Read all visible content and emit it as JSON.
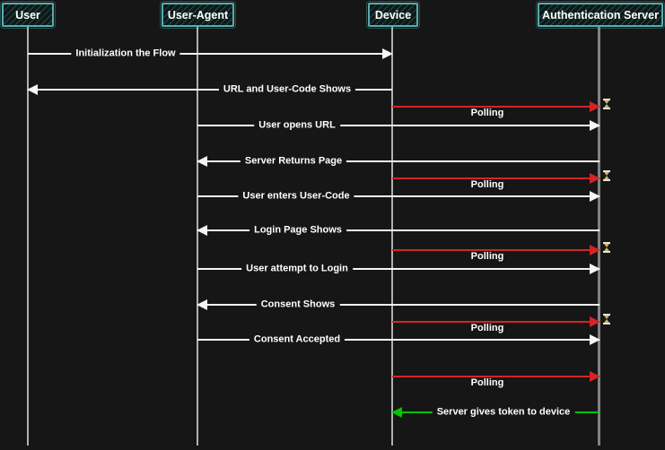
{
  "actors": [
    {
      "name": "User"
    },
    {
      "name": "User-Agent"
    },
    {
      "name": "Device"
    },
    {
      "name": "Authentication Server"
    }
  ],
  "messages": [
    {
      "label": "Initialization the Flow",
      "from": "User",
      "to": "Device",
      "color": "white",
      "waiting_icon": false
    },
    {
      "label": "URL and User-Code Shows",
      "from": "Device",
      "to": "User",
      "color": "white",
      "waiting_icon": false
    },
    {
      "label": "Polling",
      "from": "Device",
      "to": "Authentication Server",
      "color": "red",
      "waiting_icon": true
    },
    {
      "label": "User opens URL",
      "from": "User-Agent",
      "to": "Authentication Server",
      "color": "white",
      "waiting_icon": false
    },
    {
      "label": "Server Returns Page",
      "from": "Authentication Server",
      "to": "User-Agent",
      "color": "white",
      "waiting_icon": false
    },
    {
      "label": "Polling",
      "from": "Device",
      "to": "Authentication Server",
      "color": "red",
      "waiting_icon": true
    },
    {
      "label": "User enters User-Code",
      "from": "User-Agent",
      "to": "Authentication Server",
      "color": "white",
      "waiting_icon": false
    },
    {
      "label": "Login Page Shows",
      "from": "Authentication Server",
      "to": "User-Agent",
      "color": "white",
      "waiting_icon": false
    },
    {
      "label": "Polling",
      "from": "Device",
      "to": "Authentication Server",
      "color": "red",
      "waiting_icon": true
    },
    {
      "label": "User attempt to Login",
      "from": "User-Agent",
      "to": "Authentication Server",
      "color": "white",
      "waiting_icon": false
    },
    {
      "label": "Consent Shows",
      "from": "Authentication Server",
      "to": "User-Agent",
      "color": "white",
      "waiting_icon": false
    },
    {
      "label": "Polling",
      "from": "Device",
      "to": "Authentication Server",
      "color": "red",
      "waiting_icon": true
    },
    {
      "label": "Consent Accepted",
      "from": "User-Agent",
      "to": "Authentication Server",
      "color": "white",
      "waiting_icon": false
    },
    {
      "label": "Polling",
      "from": "Device",
      "to": "Authentication Server",
      "color": "red",
      "waiting_icon": false
    },
    {
      "label": "Server gives token to device",
      "from": "Authentication Server",
      "to": "Device",
      "color": "green",
      "waiting_icon": false
    }
  ],
  "colors": {
    "background": "#161616",
    "actor_border": "#54aeae",
    "message_white": "#f5f5f5",
    "message_red": "#d42427",
    "message_green": "#00c400",
    "lifeline": "#b0b0b0",
    "hourglass_body": "#c9ae72",
    "hourglass_caps": "#e9e2cf"
  },
  "icons": {
    "waiting": "hourglass-icon"
  }
}
